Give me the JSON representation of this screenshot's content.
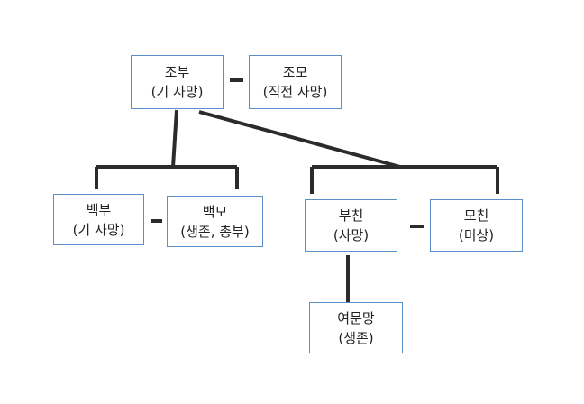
{
  "nodes": {
    "grandfather": {
      "name": "조부",
      "status": "(기 사망)"
    },
    "grandmother": {
      "name": "조모",
      "status": "(직전 사망)"
    },
    "uncle": {
      "name": "백부",
      "status": "(기 사망)"
    },
    "aunt": {
      "name": "백모",
      "status": "(생존, 총부)"
    },
    "father": {
      "name": "부친",
      "status": "(사망)"
    },
    "mother": {
      "name": "모친",
      "status": "(미상)"
    },
    "daughter": {
      "name": "여문망",
      "status": "(생존)"
    }
  },
  "colors": {
    "box_border": "#5b8fc7",
    "line": "#2b2b2b",
    "text": "#222222"
  }
}
